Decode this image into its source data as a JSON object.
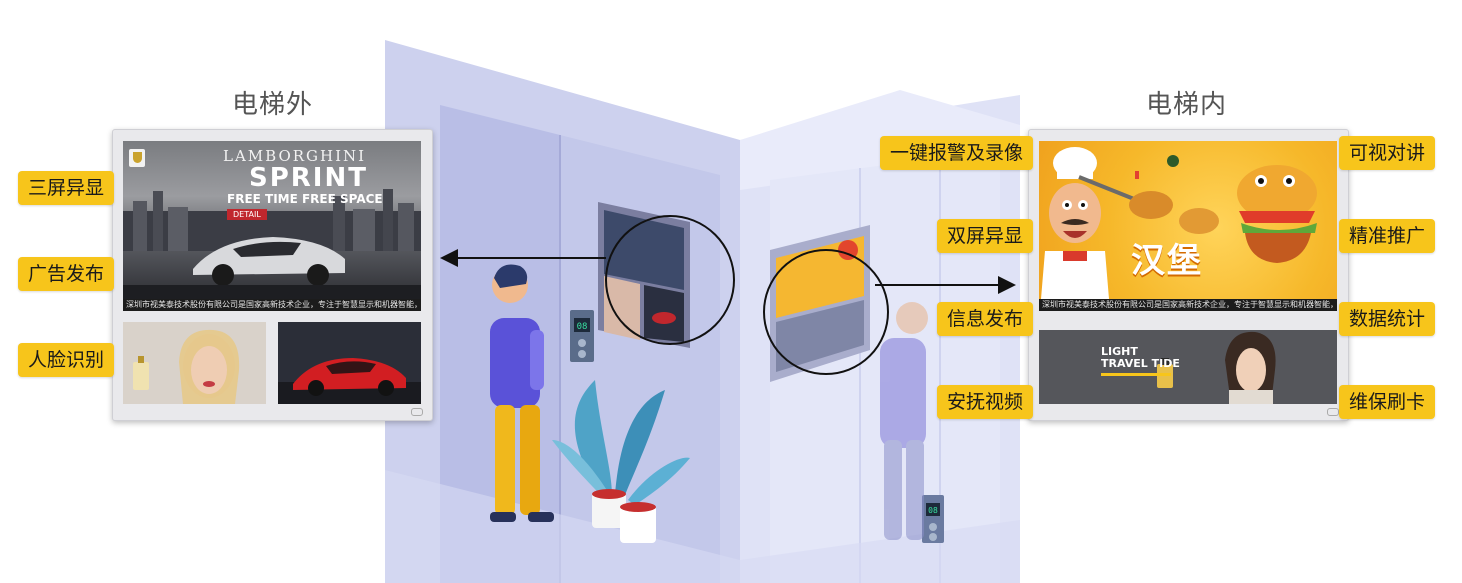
{
  "headings": {
    "outside": "电梯外",
    "inside": "电梯内"
  },
  "left_tags": [
    "三屏异显",
    "广告发布",
    "人脸识别"
  ],
  "inside_tags_left": [
    "一键报警及录像",
    "双屏异显",
    "信息发布",
    "安抚视频"
  ],
  "inside_tags_right": [
    "可视对讲",
    "精准推广",
    "数据统计",
    "维保刷卡"
  ],
  "outside_screen": {
    "brand": "LAMBORGHINI",
    "model": "SPRINT",
    "tagline": "FREE TIME FREE SPACE",
    "detail": "DETAIL",
    "ticker": "深圳市视美泰技术股份有限公司是国家高新技术企业，专注于智慧显示和机器智能，为智慧商显行业提供"
  },
  "inside_screen": {
    "burger_text": "汉堡",
    "ticker": "深圳市视美泰技术股份有限公司是国家高新技术企业，专注于智慧显示和机器智能，为智慧商显行业提供",
    "perfume_title_1": "LIGHT",
    "perfume_title_2": "TRAVEL TIDE"
  },
  "floor_display": "08",
  "colors": {
    "tag_bg": "#f7c51b",
    "wall": "#c9cdea",
    "wall_dark": "#aeb3de",
    "heading": "#555555"
  }
}
